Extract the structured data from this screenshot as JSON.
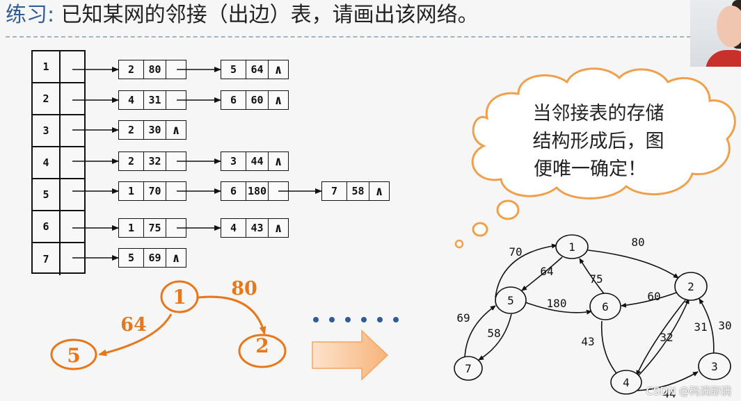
{
  "title": {
    "label": "练习",
    "colon": ":",
    "text": "已知某网的邻接（出边）表，请画出该网络。"
  },
  "table": {
    "rows": [
      {
        "id": "1",
        "nodes": [
          {
            "v": "2",
            "w": "80",
            "nil": false
          },
          {
            "v": "5",
            "w": "64",
            "nil": true
          }
        ]
      },
      {
        "id": "2",
        "nodes": [
          {
            "v": "4",
            "w": "31",
            "nil": false
          },
          {
            "v": "6",
            "w": "60",
            "nil": true
          }
        ]
      },
      {
        "id": "3",
        "nodes": [
          {
            "v": "2",
            "w": "30",
            "nil": true
          }
        ]
      },
      {
        "id": "4",
        "nodes": [
          {
            "v": "2",
            "w": "32",
            "nil": false
          },
          {
            "v": "3",
            "w": "44",
            "nil": true
          }
        ]
      },
      {
        "id": "5",
        "nodes": [
          {
            "v": "1",
            "w": "70",
            "nil": false
          },
          {
            "v": "6",
            "w": "180",
            "nil": false
          },
          {
            "v": "7",
            "w": "58",
            "nil": true
          }
        ]
      },
      {
        "id": "6",
        "nodes": [
          {
            "v": "1",
            "w": "75",
            "nil": false
          },
          {
            "v": "4",
            "w": "43",
            "nil": true
          }
        ]
      },
      {
        "id": "7",
        "nodes": [
          {
            "v": "5",
            "w": "69",
            "nil": true
          }
        ]
      }
    ],
    "nil_symbol": "∧"
  },
  "sketch": {
    "nodes": [
      "1",
      "5",
      "2"
    ],
    "weights": [
      "64",
      "80"
    ],
    "color": "#e8761a"
  },
  "cloud": {
    "lines": [
      "当邻接表的存储",
      "结构形成后，图",
      "便唯一确定！"
    ],
    "border_color": "#f0a04b"
  },
  "graph": {
    "nodes": [
      "1",
      "2",
      "3",
      "4",
      "5",
      "6",
      "7"
    ],
    "edges": [
      {
        "from": "1",
        "to": "2",
        "w": "80"
      },
      {
        "from": "1",
        "to": "5",
        "w": "64"
      },
      {
        "from": "2",
        "to": "4",
        "w": "31"
      },
      {
        "from": "2",
        "to": "6",
        "w": "60"
      },
      {
        "from": "3",
        "to": "2",
        "w": "30"
      },
      {
        "from": "4",
        "to": "2",
        "w": "32"
      },
      {
        "from": "4",
        "to": "3",
        "w": "44"
      },
      {
        "from": "5",
        "to": "1",
        "w": "70"
      },
      {
        "from": "5",
        "to": "6",
        "w": "180"
      },
      {
        "from": "5",
        "to": "7",
        "w": "58"
      },
      {
        "from": "6",
        "to": "1",
        "w": "75"
      },
      {
        "from": "6",
        "to": "4",
        "w": "43"
      },
      {
        "from": "7",
        "to": "5",
        "w": "69"
      }
    ]
  },
  "watermark": "CSDN @码满即满"
}
